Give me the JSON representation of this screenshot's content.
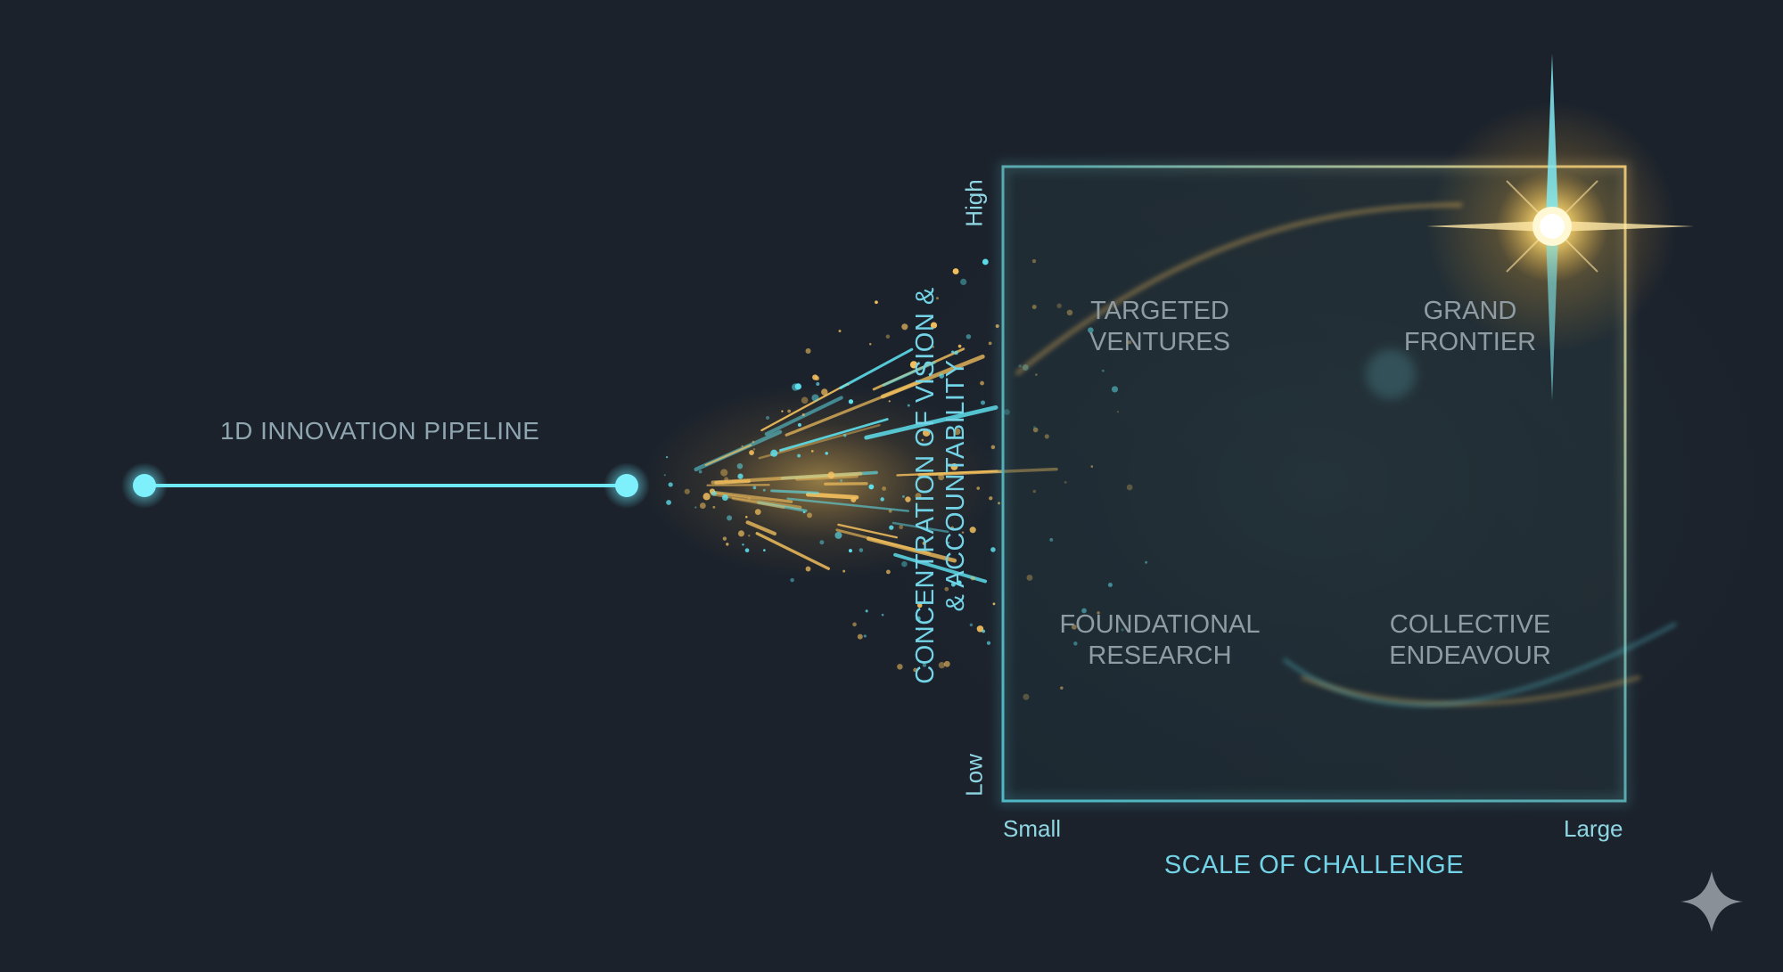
{
  "pipeline": {
    "label": "1D INNOVATION PIPELINE"
  },
  "matrix": {
    "x_axis": {
      "title": "SCALE OF CHALLENGE",
      "low": "Small",
      "high": "Large"
    },
    "y_axis": {
      "title_line1": "CONCENTRATION OF VISION &",
      "title_line2": "& ACCOUNTABILITY",
      "low": "Low",
      "high": "High"
    },
    "quadrants": {
      "top_left": {
        "line1": "TARGETED",
        "line2": "VENTURES"
      },
      "top_right": {
        "line1": "GRAND",
        "line2": "FRONTIER"
      },
      "bottom_left": {
        "line1": "FOUNDATIONAL",
        "line2": "RESEARCH"
      },
      "bottom_right": {
        "line1": "COLLECTIVE",
        "line2": "ENDEAVOUR"
      }
    }
  },
  "colors": {
    "background": "#1b222c",
    "cyan": "#5fe3f0",
    "gold": "#f6c25e",
    "grid": "#4f9fa6",
    "quadrant_text": "#8f9ca3"
  },
  "icons": [
    "sparkle-icon",
    "star-burst-icon"
  ]
}
